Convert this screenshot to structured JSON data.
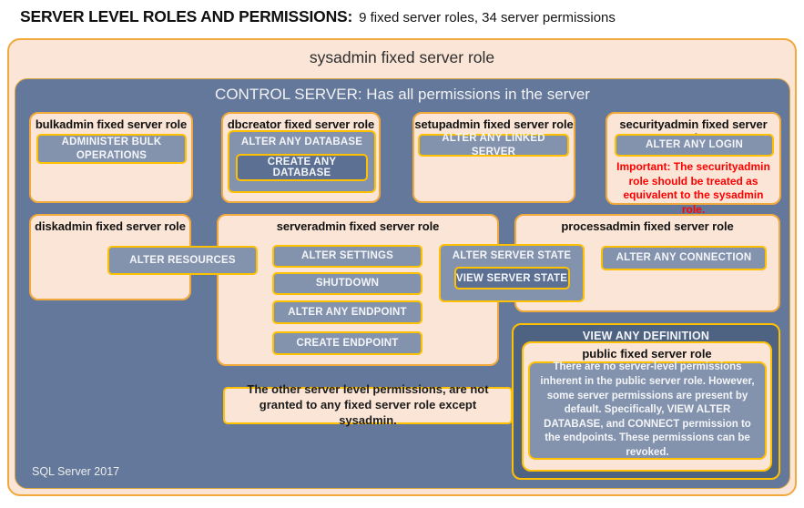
{
  "title": {
    "main": "SERVER LEVEL ROLES AND PERMISSIONS:",
    "subtitle": "9 fixed server roles, 34 server permissions"
  },
  "sysadmin": {
    "title": "sysadmin fixed server role"
  },
  "control_server": {
    "title": "CONTROL SERVER: Has all permissions in the server"
  },
  "roles": {
    "bulkadmin": {
      "title": "bulkadmin fixed server role",
      "permission": "ADMINISTER BULK OPERATIONS"
    },
    "dbcreator": {
      "title": "dbcreator fixed server role",
      "permission": "ALTER ANY DATABASE",
      "nested_permission": "CREATE ANY DATABASE"
    },
    "setupadmin": {
      "title": "setupadmin fixed server role",
      "permission": "ALTER ANY LINKED SERVER"
    },
    "securityadmin": {
      "title": "securityadmin fixed server role",
      "permission": "ALTER ANY LOGIN",
      "warning": "Important: The securityadmin role should be treated as equivalent to the sysadmin role."
    },
    "diskadmin": {
      "title": "diskadmin fixed server role",
      "permission": "ALTER RESOURCES"
    },
    "serveradmin": {
      "title": "serveradmin fixed server role",
      "permissions": [
        "ALTER SETTINGS",
        "SHUTDOWN",
        "ALTER ANY ENDPOINT",
        "CREATE ENDPOINT"
      ],
      "state_permission": "ALTER SERVER STATE",
      "nested_state_permission": "VIEW SERVER STATE"
    },
    "processadmin": {
      "title": "processadmin fixed server role",
      "permission": "ALTER ANY CONNECTION"
    },
    "public": {
      "container_permission": "VIEW ANY DEFINITION",
      "title": "public fixed server role",
      "description": "There are no server-level permissions inherent in the public server role. However, some server permissions are present by default. Specifically, VIEW ALTER DATABASE, and CONNECT permission to the endpoints. These permissions can be revoked."
    }
  },
  "footnote": "The other server level permissions, are not granted to any fixed server role except sysadmin.",
  "footer": "SQL Server 2017",
  "colors": {
    "background_peach": "#FBE5D6",
    "border_orange": "#FFC000",
    "panel_blue": "#64789B",
    "permission_blue": "#8493AD",
    "nested_permission_blue": "#5C7094",
    "definition_panel_blue": "#4E6282",
    "warning_red": "#FF0000"
  }
}
